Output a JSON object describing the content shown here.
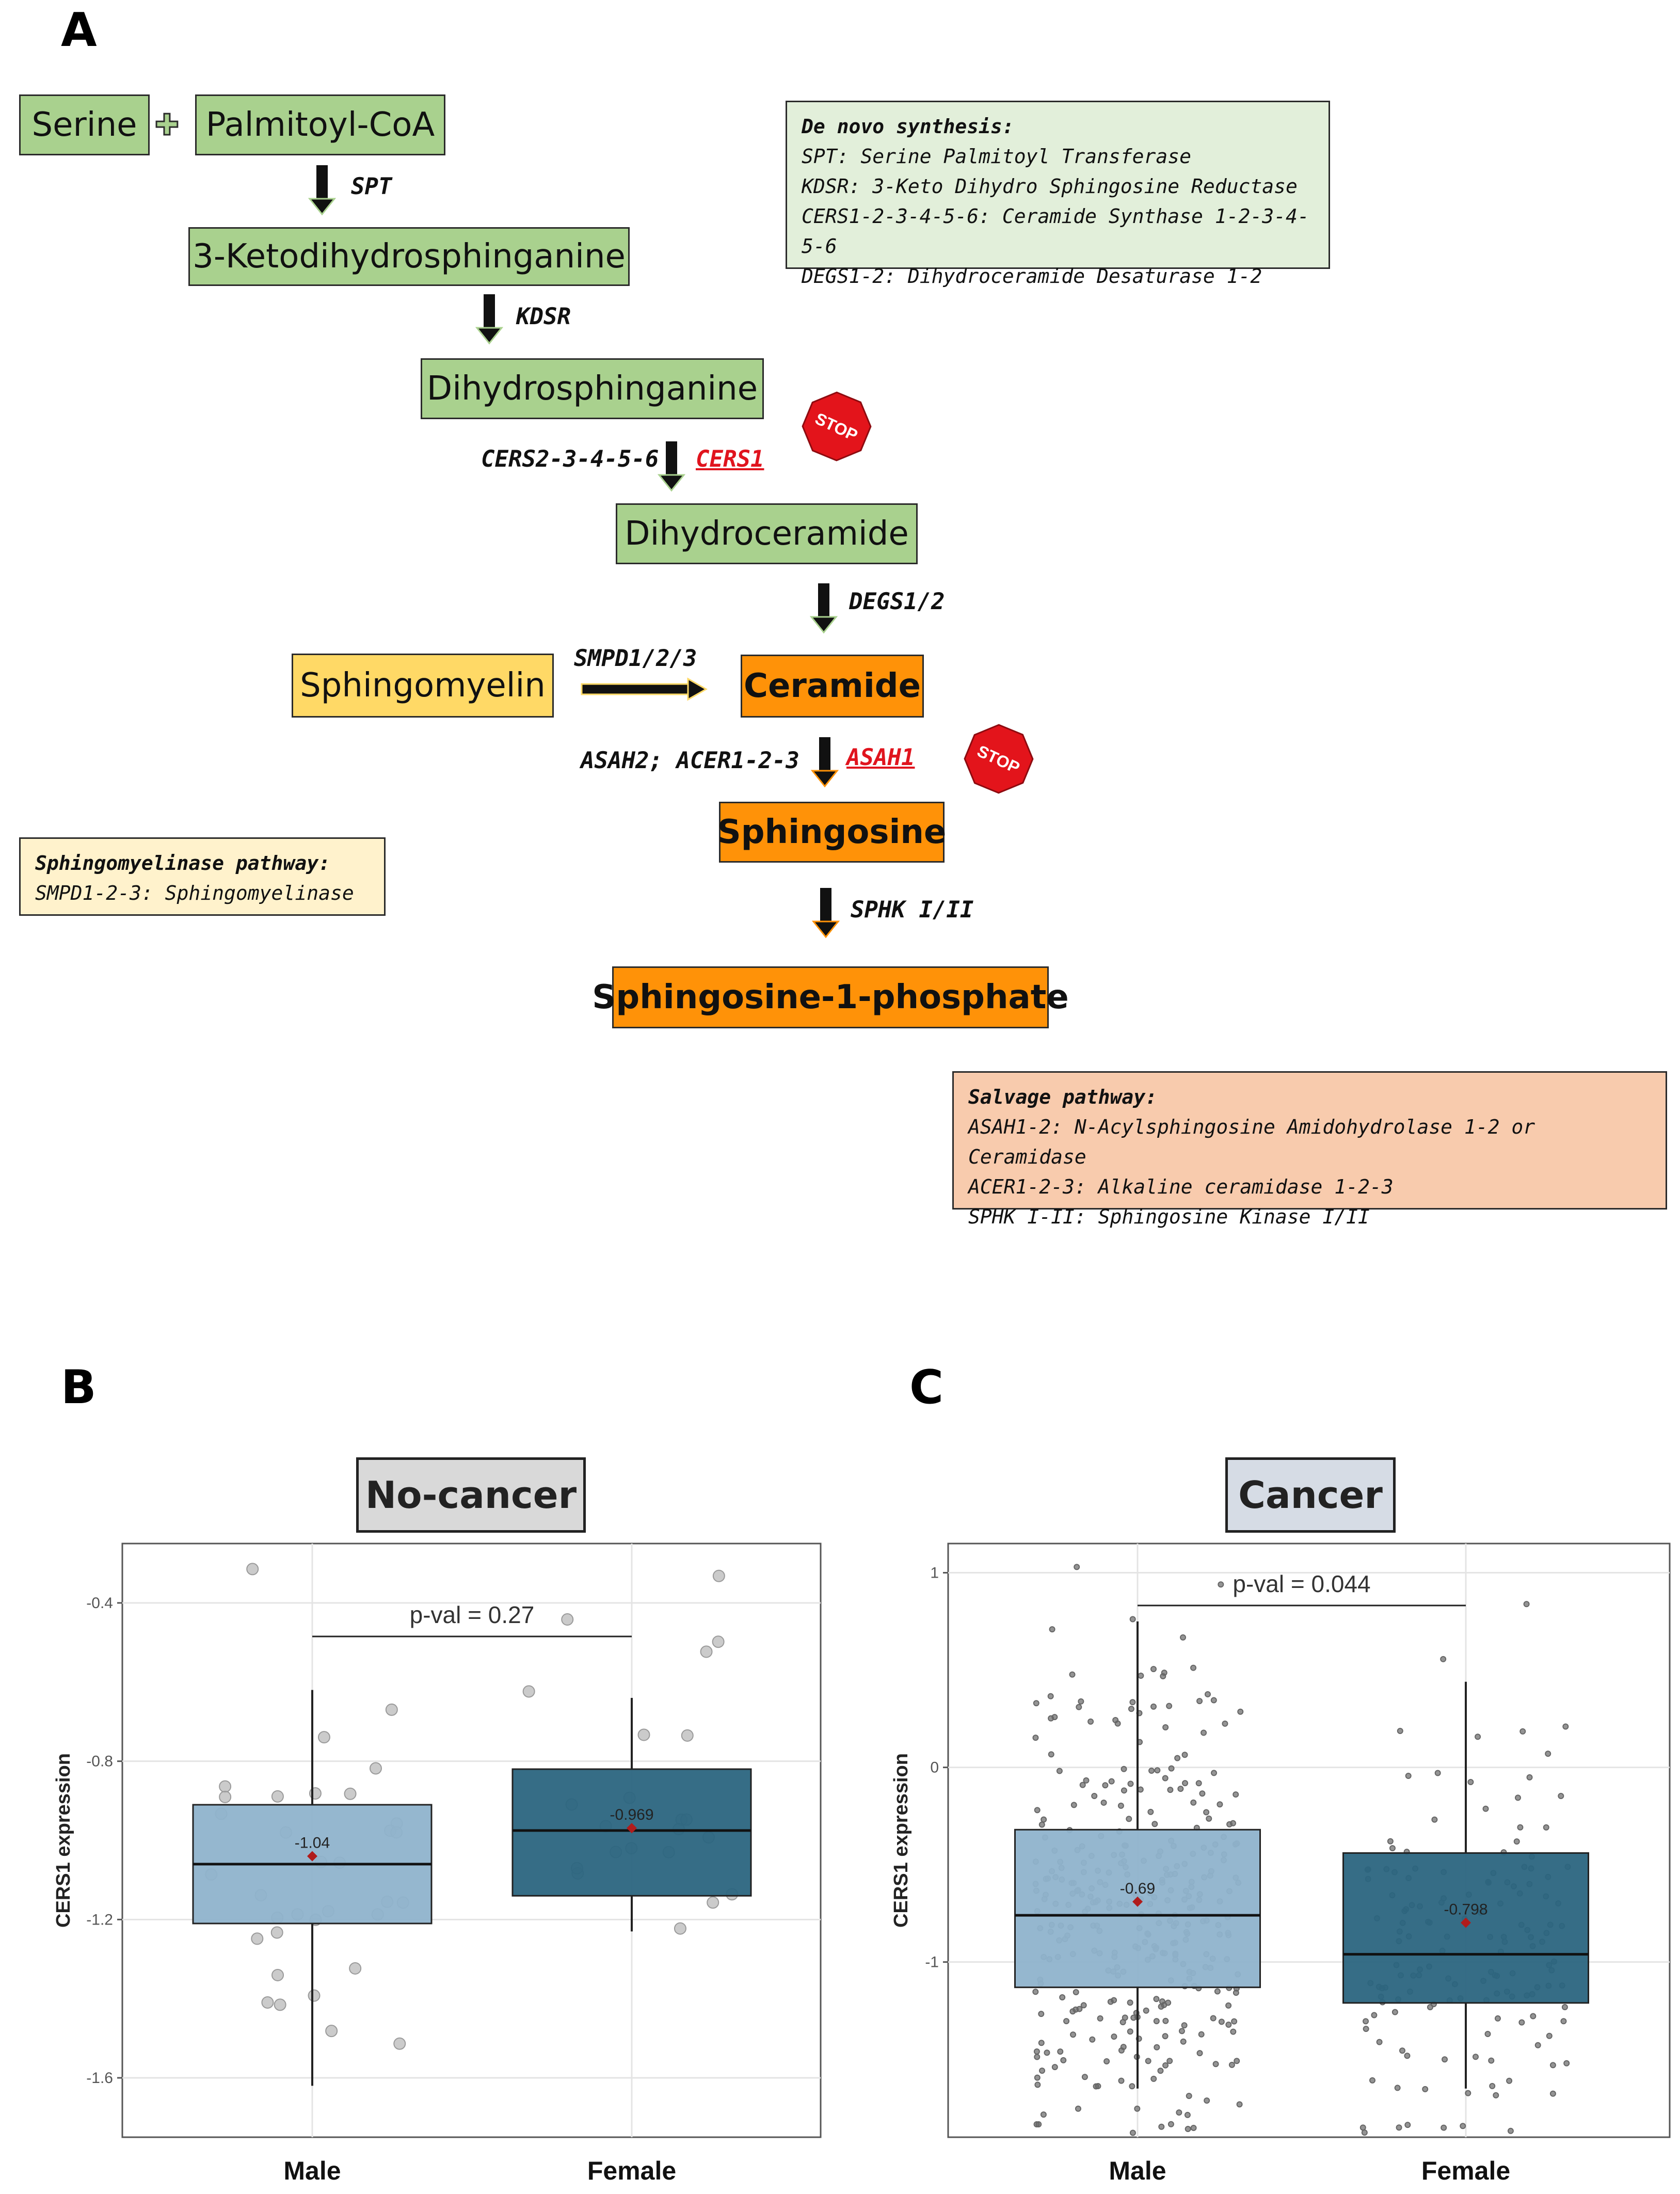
{
  "panels": {
    "a": "A",
    "b": "B",
    "c": "C"
  },
  "pathway": {
    "serine": "Serine",
    "plus": "✚",
    "palmitoyl": "Palmitoyl-CoA",
    "ketodihydro": "3-Ketodihydrosphinganine",
    "dihydrosphinganine": "Dihydrosphinganine",
    "dihydroceramide": "Dihydroceramide",
    "sphingomyelin": "Sphingomyelin",
    "ceramide": "Ceramide",
    "sphingosine": "Sphingosine",
    "s1p": "Sphingosine-1-phosphate",
    "enzymes": {
      "spt": "SPT",
      "kdsr": "KDSR",
      "cers_other": "CERS2-3-4-5-6",
      "cers1": "CERS1",
      "degs": "DEGS1/2",
      "smpd": "SMPD1/2/3",
      "asah_other": "ASAH2; ACER1-2-3",
      "asah1": "ASAH1",
      "sphk": "SPHK I/II"
    },
    "stop_sign": "STOP"
  },
  "legends": {
    "denovo": {
      "title": "De novo synthesis:",
      "lines": [
        "SPT: Serine Palmitoyl Transferase",
        "KDSR: 3-Keto Dihydro Sphingosine Reductase",
        "CERS1-2-3-4-5-6: Ceramide Synthase 1-2-3-4-5-6",
        "DEGS1-2: Dihydroceramide Desaturase 1-2"
      ]
    },
    "sphingomyelinase": {
      "title": "Sphingomyelinase pathway:",
      "lines": [
        "SMPD1-2-3: Sphingomyelinase"
      ]
    },
    "salvage": {
      "title": "Salvage pathway:",
      "lines": [
        "ASAH1-2: N-Acylsphingosine Amidohydrolase 1-2 or Ceramidase",
        "ACER1-2-3: Alkaline ceramidase 1-2-3",
        "SPHK I-II: Sphingosine Kinase I/II"
      ]
    }
  },
  "colors": {
    "green_box": "#a9d18e",
    "yellow_box": "#ffd966",
    "orange_box": "#ff9208",
    "male_box": "#8fb3cc",
    "female_box": "#2b6580",
    "mean_marker": "#b01c1c",
    "stop_red": "#e3141b"
  },
  "chart_data": [
    {
      "type": "box",
      "title": "No-cancer",
      "ylabel": "CERS1 expression",
      "categories": [
        "Male",
        "Female"
      ],
      "ylim": [
        -1.75,
        -0.25
      ],
      "yticks": [
        -0.4,
        -0.8,
        -1.2,
        -1.6
      ],
      "annotation": "p-val = 0.27",
      "boxes": [
        {
          "name": "Male",
          "q1": -1.21,
          "median": -1.06,
          "q3": -0.91,
          "whisker_low": -1.62,
          "whisker_high": -0.62,
          "mean": -1.04,
          "mean_label": "-1.04"
        },
        {
          "name": "Female",
          "q1": -1.14,
          "median": -0.975,
          "q3": -0.82,
          "whisker_low": -1.23,
          "whisker_high": -0.64,
          "mean": -0.969,
          "mean_label": "-0.969"
        }
      ]
    },
    {
      "type": "box",
      "title": "Cancer",
      "ylabel": "CERS1 expression",
      "categories": [
        "Male",
        "Female"
      ],
      "ylim": [
        -1.9,
        1.15
      ],
      "yticks": [
        1,
        0,
        -1
      ],
      "annotation": "p-val = 0.044",
      "boxes": [
        {
          "name": "Male",
          "q1": -1.13,
          "median": -0.76,
          "q3": -0.32,
          "whisker_low": -1.65,
          "whisker_high": 0.75,
          "mean": -0.69,
          "mean_label": "-0.69"
        },
        {
          "name": "Female",
          "q1": -1.21,
          "median": -0.96,
          "q3": -0.44,
          "whisker_low": -1.65,
          "whisker_high": 0.44,
          "mean": -0.798,
          "mean_label": "-0.798"
        }
      ]
    }
  ]
}
